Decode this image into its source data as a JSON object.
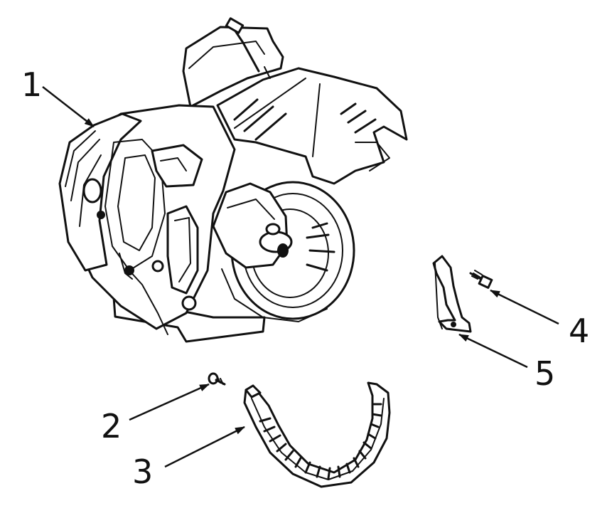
{
  "callouts": [
    {
      "id": "1",
      "label": "1",
      "part": "engine"
    },
    {
      "id": "2",
      "label": "2",
      "part": "screw"
    },
    {
      "id": "3",
      "label": "3",
      "part": "clamp-band"
    },
    {
      "id": "4",
      "label": "4",
      "part": "bolt"
    },
    {
      "id": "5",
      "label": "5",
      "part": "bracket"
    }
  ],
  "colors": {
    "line": "#111111",
    "background": "#ffffff"
  }
}
